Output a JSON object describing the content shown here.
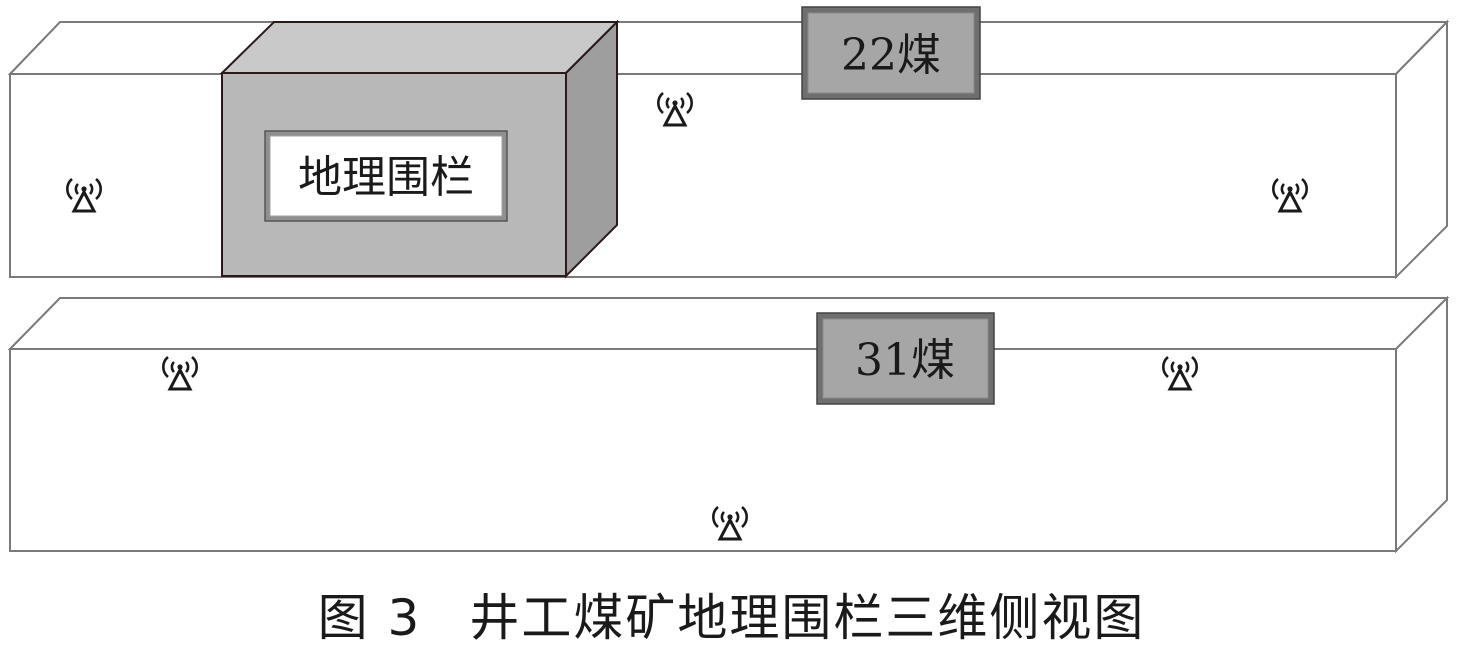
{
  "seams": {
    "upper": {
      "label": "22煤"
    },
    "lower": {
      "label": "31煤"
    }
  },
  "geofence": {
    "label": "地理围栏"
  },
  "antennas": [
    {
      "name": "antenna-icon",
      "seam": "upper"
    },
    {
      "name": "antenna-icon",
      "seam": "upper"
    },
    {
      "name": "antenna-icon",
      "seam": "upper"
    },
    {
      "name": "antenna-icon",
      "seam": "lower"
    },
    {
      "name": "antenna-icon",
      "seam": "lower"
    },
    {
      "name": "antenna-icon",
      "seam": "lower"
    }
  ],
  "caption": {
    "figure_number": "图 3",
    "title": "井工煤矿地理围栏三维侧视图"
  },
  "colors": {
    "outline": "#7a7a7a",
    "box_front": "#b8b8b8",
    "box_top": "#c9c9c9",
    "box_side": "#9e9e9e",
    "label_box": "#a6a6a6"
  }
}
